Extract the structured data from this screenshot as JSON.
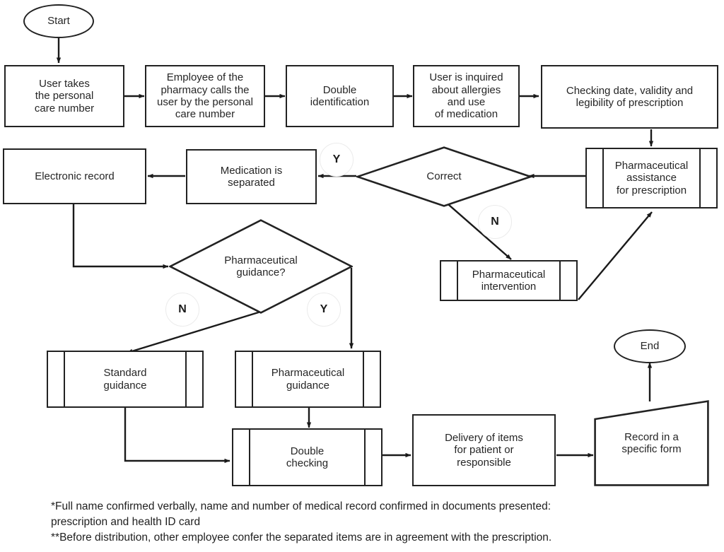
{
  "diagram": {
    "title": "Pharmacy dispensing process flowchart",
    "type": "flowchart",
    "background_color": "#ffffff",
    "stroke_color": "#222222",
    "text_color": "#262626"
  },
  "nodes": {
    "start": {
      "label": "Start",
      "shape": "terminator"
    },
    "user_takes_number": {
      "label": "User takes\nthe personal\ncare number",
      "shape": "process"
    },
    "employee_calls": {
      "label": "Employee of the\npharmacy calls the\nuser by the personal\ncare number",
      "shape": "process"
    },
    "double_identification": {
      "label": "Double\nidentification",
      "shape": "process"
    },
    "user_inquired": {
      "label": "User is inquired\nabout allergies\nand use\nof medication",
      "shape": "process"
    },
    "checking_date": {
      "label": "Checking date, validity and\nlegibility of prescription",
      "shape": "process"
    },
    "pharma_assistance": {
      "label": "Pharmaceutical\nassistance\nfor prescription",
      "shape": "predefined-process"
    },
    "correct": {
      "label": "Correct",
      "shape": "decision"
    },
    "pharma_intervention": {
      "label": "Pharmaceutical\nintervention",
      "shape": "predefined-process"
    },
    "medication_separated": {
      "label": "Medication is\nseparated",
      "shape": "process"
    },
    "electronic_record": {
      "label": "Electronic record",
      "shape": "process"
    },
    "pharma_guidance_q": {
      "label": "Pharmaceutical\nguidance?",
      "shape": "decision"
    },
    "standard_guidance": {
      "label": "Standard\nguidance",
      "shape": "predefined-process"
    },
    "pharmaceutical_guidance": {
      "label": "Pharmaceutical\nguidance",
      "shape": "predefined-process"
    },
    "double_checking": {
      "label": "Double\nchecking",
      "shape": "predefined-process"
    },
    "delivery": {
      "label": "Delivery of items\nfor patient or\nresponsible",
      "shape": "process"
    },
    "record_form": {
      "label": "Record in a\nspecific form",
      "shape": "manual-input"
    },
    "end": {
      "label": "End",
      "shape": "terminator"
    }
  },
  "branch_labels": {
    "correct_yes": "Y",
    "correct_no": "N",
    "guidance_no": "N",
    "guidance_yes": "Y"
  },
  "footnotes": {
    "line1": "*Full name confirmed verbally, name and number of medical record confirmed in documents presented:",
    "line2": "prescription and health ID card",
    "line3": "**Before distribution, other employee confer the separated items are in agreement with the prescription."
  }
}
